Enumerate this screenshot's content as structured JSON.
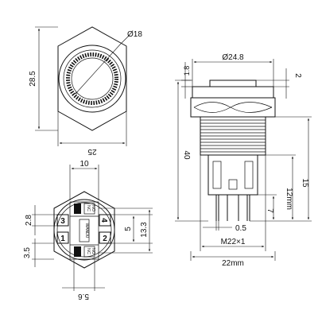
{
  "front_view": {
    "height_label": "28.5",
    "ring_diameter_label": "Ø18",
    "width_label": "25"
  },
  "bottom_view": {
    "top_span_label": "10",
    "left_small_label": "2.8",
    "left_bottom_label": "3.5",
    "bottom_label": "5.6",
    "right_inner_label": "5",
    "right_outer_label": "13.3",
    "terminal_labels": [
      "3",
      "4",
      "1",
      "2"
    ],
    "contact_nc_label": "NC",
    "contact_no_label": "NO",
    "brand_text": "WANDU"
  },
  "side_view": {
    "head_diameter_label": "Ø24.8",
    "head_thickness_label": "1.8",
    "cap_height_label": "2",
    "total_height_label": "40",
    "body_length_label": "15",
    "terminal_length_label": "12mm",
    "pin_length_label": "7",
    "pin_width_label": "0.5",
    "thread_label": "M22×1",
    "hole_label": "22mm"
  }
}
